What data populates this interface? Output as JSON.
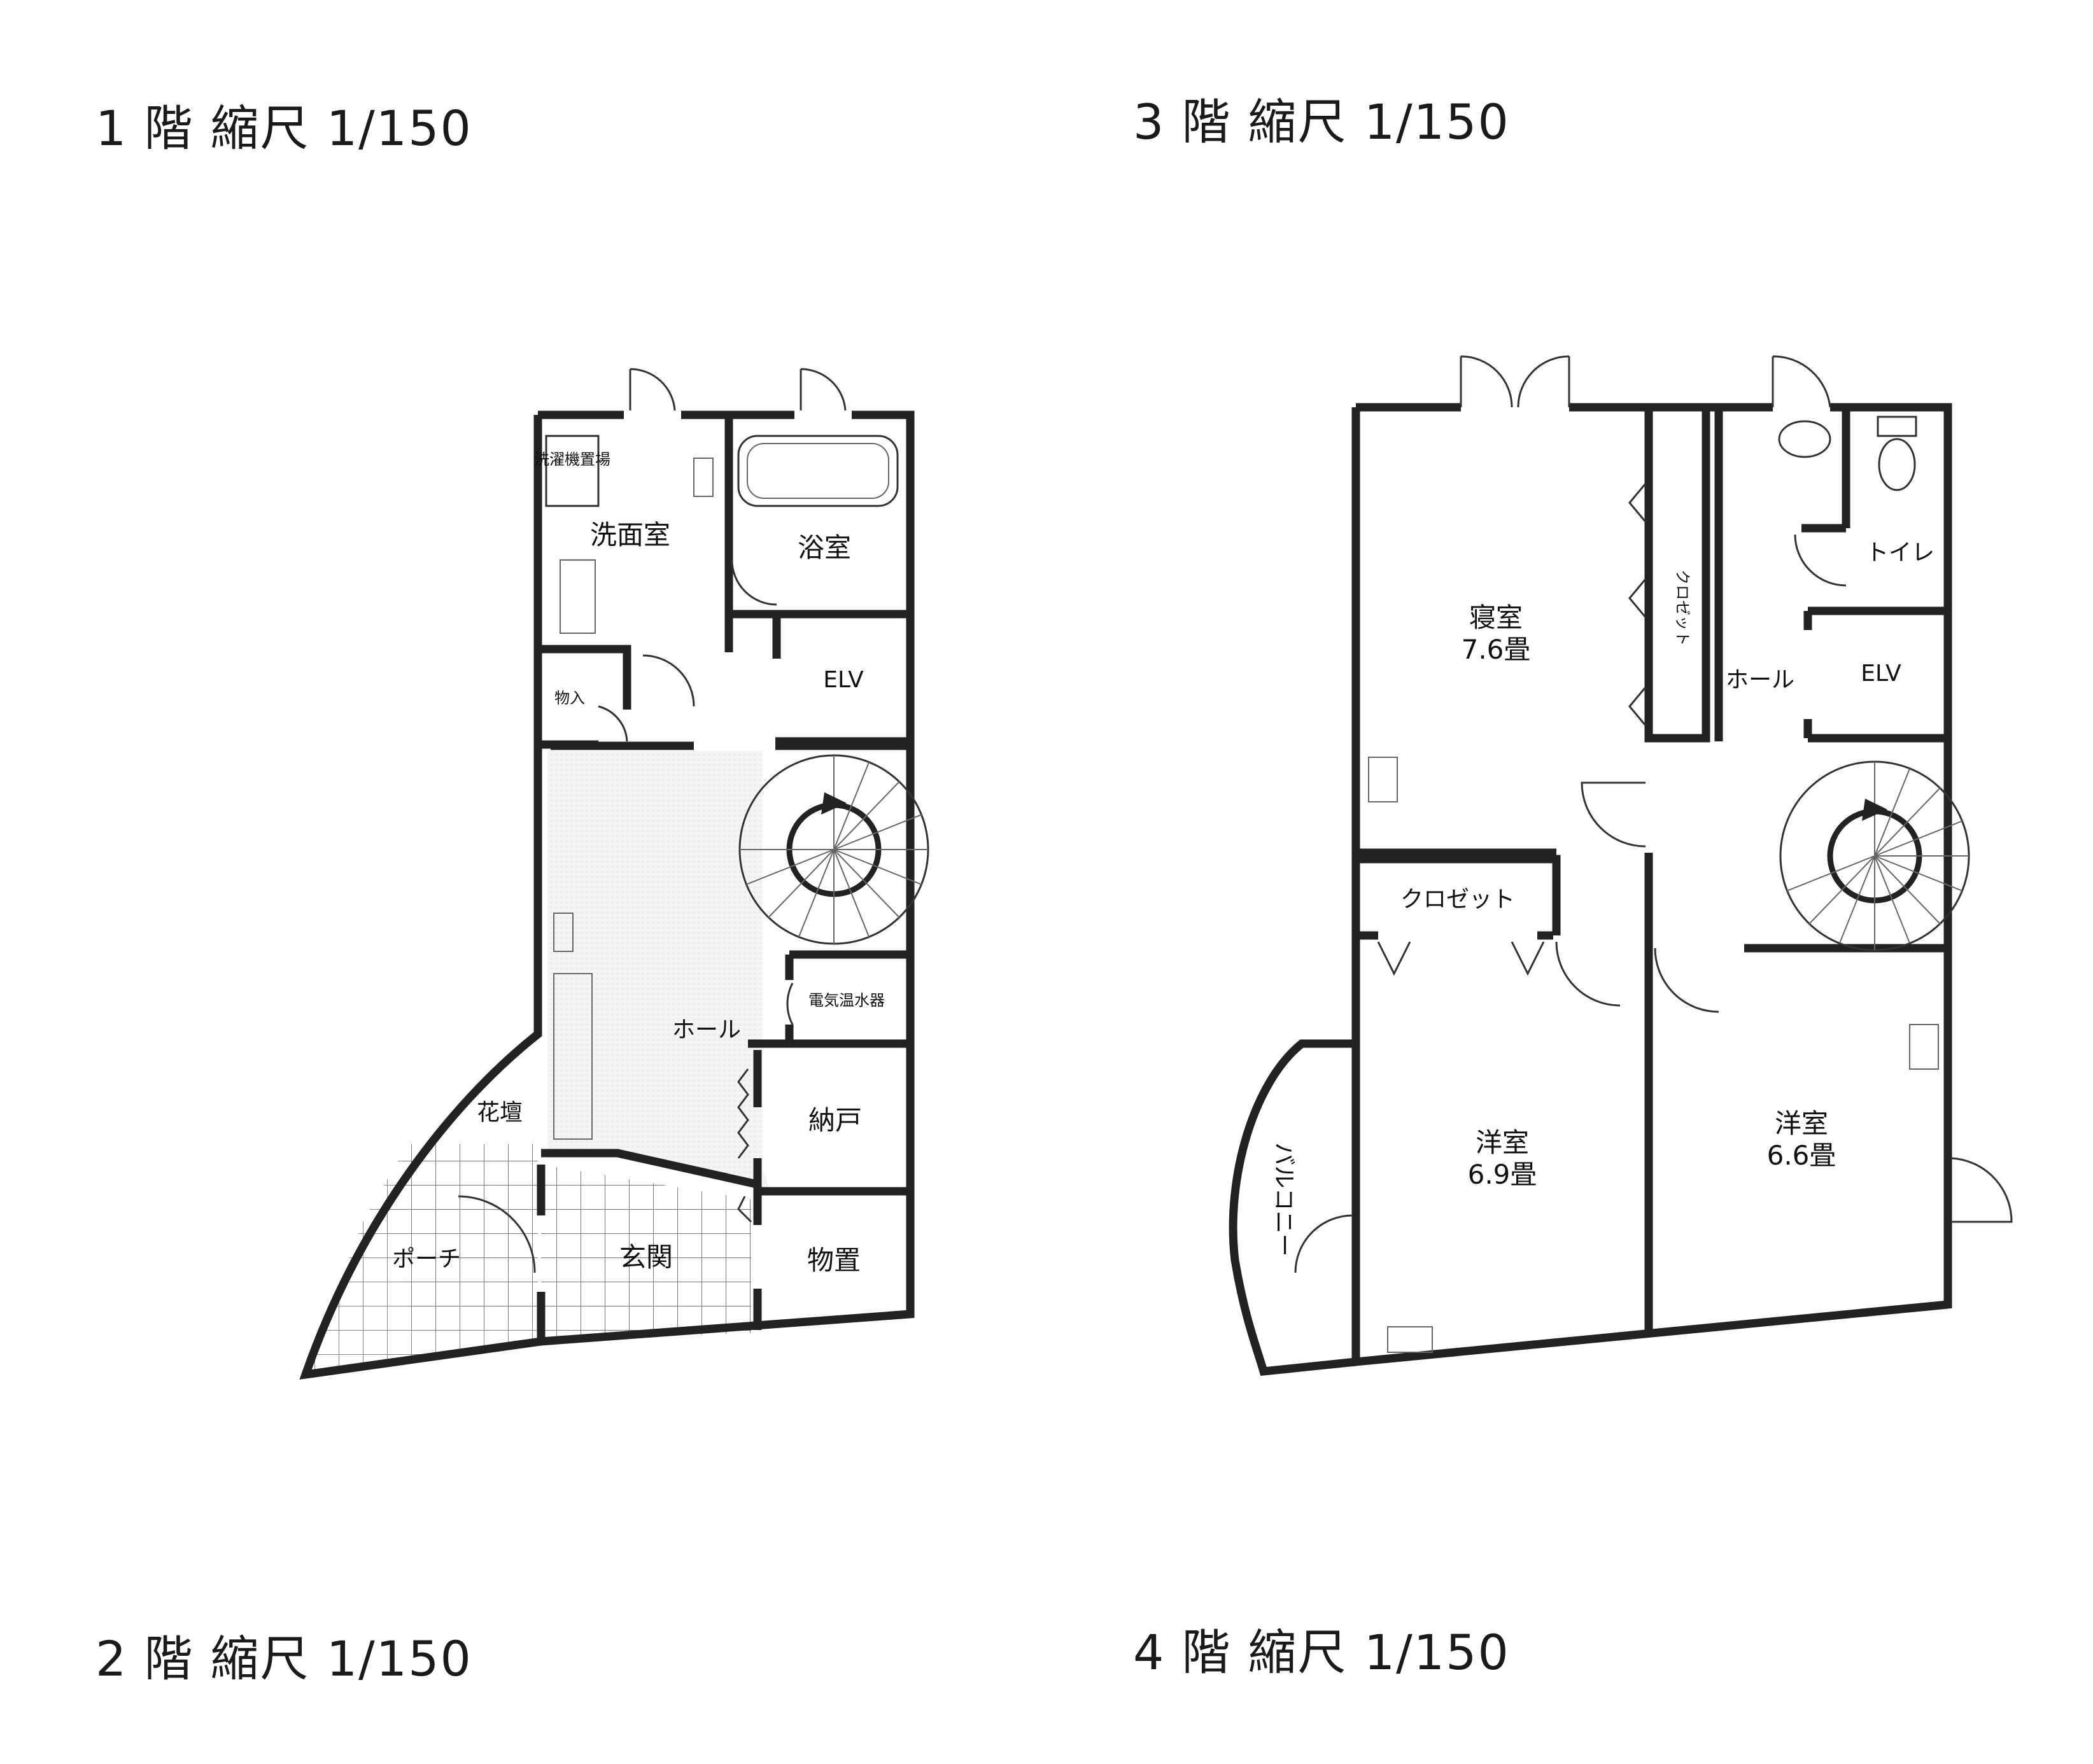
{
  "headings": {
    "floor1": "1 階 縮尺 1/150",
    "floor2": "2 階 縮尺 1/150",
    "floor3": "3 階 縮尺 1/150",
    "floor4": "4 階 縮尺 1/150"
  },
  "plan_a": {
    "rooms": {
      "sentakuki": "洗濯機置場",
      "senmenshitsu": "洗面室",
      "yokushitsu": "浴室",
      "elv": "ELV",
      "monoire": "物入",
      "hall": "ホール",
      "denki": "電気温水器",
      "nando": "納戸",
      "kadan": "花壇",
      "porch": "ポーチ",
      "genkan": "玄関",
      "monooki": "物置"
    }
  },
  "plan_b": {
    "rooms": {
      "shinshitsu": "寝室",
      "shinshitsu_size": "7.6畳",
      "closet_vertical": "クロゼット",
      "toilet": "トイレ",
      "hall": "ホール",
      "elv": "ELV",
      "closet": "クロゼット",
      "yoshitsu_a": "洋室",
      "yoshitsu_a_size": "6.9畳",
      "yoshitsu_b": "洋室",
      "yoshitsu_b_size": "6.6畳",
      "balcony": "バルコニー"
    }
  }
}
